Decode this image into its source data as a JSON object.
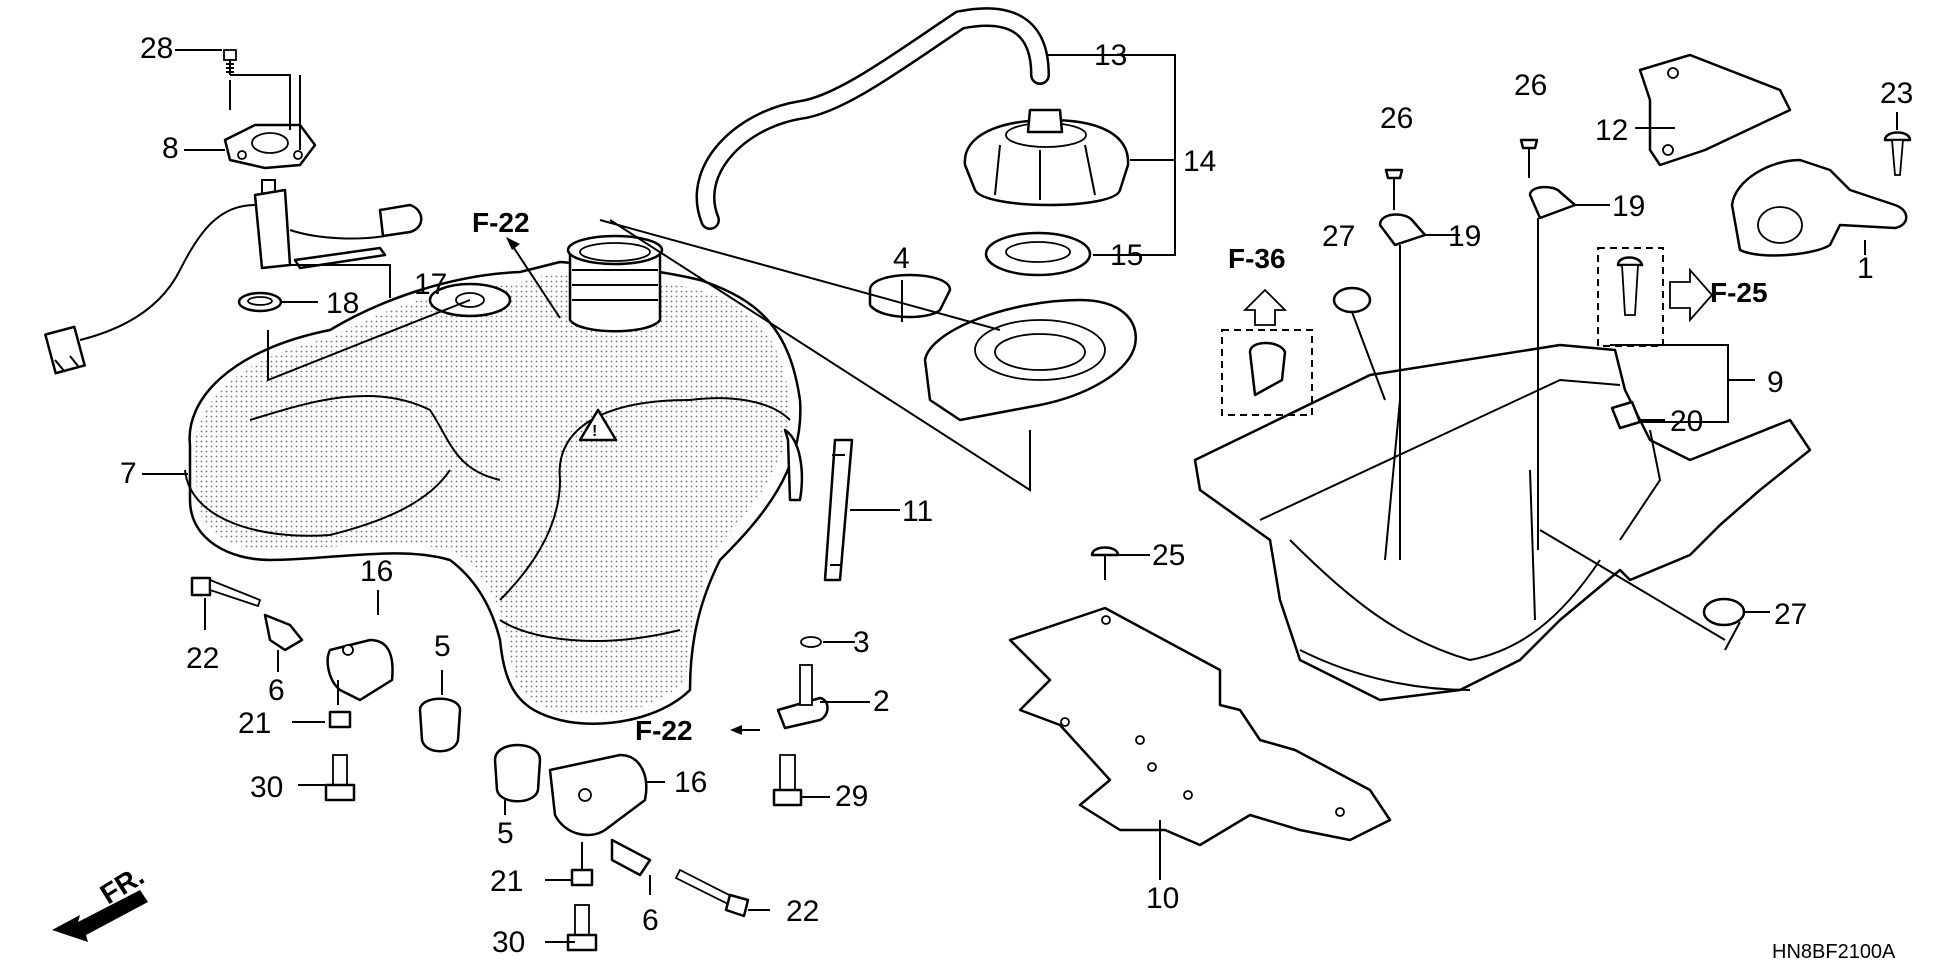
{
  "callouts": [
    {
      "id": "c28",
      "label": "28"
    },
    {
      "id": "c8",
      "label": "8"
    },
    {
      "id": "c17",
      "label": "17"
    },
    {
      "id": "c18",
      "label": "18"
    },
    {
      "id": "c7",
      "label": "7"
    },
    {
      "id": "c16a",
      "label": "16"
    },
    {
      "id": "c22a",
      "label": "22"
    },
    {
      "id": "c6a",
      "label": "6"
    },
    {
      "id": "c21a",
      "label": "21"
    },
    {
      "id": "c30a",
      "label": "30"
    },
    {
      "id": "c5a",
      "label": "5"
    },
    {
      "id": "c5b",
      "label": "5"
    },
    {
      "id": "c16b",
      "label": "16"
    },
    {
      "id": "c21b",
      "label": "21"
    },
    {
      "id": "c30b",
      "label": "30"
    },
    {
      "id": "c6b",
      "label": "6"
    },
    {
      "id": "c22b",
      "label": "22"
    },
    {
      "id": "c13",
      "label": "13"
    },
    {
      "id": "c14",
      "label": "14"
    },
    {
      "id": "c15",
      "label": "15"
    },
    {
      "id": "c4",
      "label": "4"
    },
    {
      "id": "c11",
      "label": "11"
    },
    {
      "id": "c3",
      "label": "3"
    },
    {
      "id": "c2",
      "label": "2"
    },
    {
      "id": "c29",
      "label": "29"
    },
    {
      "id": "c25",
      "label": "25"
    },
    {
      "id": "c10",
      "label": "10"
    },
    {
      "id": "c26a",
      "label": "26"
    },
    {
      "id": "c27a",
      "label": "27"
    },
    {
      "id": "c19a",
      "label": "19"
    },
    {
      "id": "c26b",
      "label": "26"
    },
    {
      "id": "c19b",
      "label": "19"
    },
    {
      "id": "c12",
      "label": "12"
    },
    {
      "id": "c23",
      "label": "23"
    },
    {
      "id": "c1",
      "label": "1"
    },
    {
      "id": "c9",
      "label": "9"
    },
    {
      "id": "c20",
      "label": "20"
    },
    {
      "id": "c27b",
      "label": "27"
    }
  ],
  "references": {
    "f22_top": "F-22",
    "f22_bottom": "F-22",
    "f36": "F-36",
    "f25": "F-25"
  },
  "front_indicator": "FR.",
  "diagram_code": "HN8BF2100A"
}
